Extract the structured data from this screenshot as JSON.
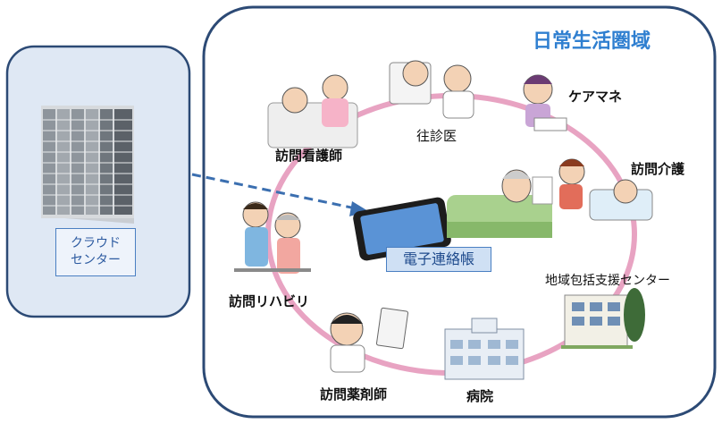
{
  "title": "日常生活圏域",
  "cloud": {
    "line1": "クラウド",
    "line2": "センター"
  },
  "center_label": "電子連絡帳",
  "participants": {
    "visiting_nurse": "訪問看護師",
    "home_doctor": "往診医",
    "care_manager": "ケアマネ",
    "home_care": "訪問介護",
    "community_center": "地域包括支援センター",
    "hospital": "病院",
    "visiting_pharmacist": "訪問薬剤師",
    "visiting_rehab": "訪問リハビリ"
  },
  "colors": {
    "panel_fill": "#dfe8f4",
    "panel_border": "#2c4a75",
    "ring": "#e8a3c2",
    "arrow": "#3b6fb0",
    "title": "#2f7fd0"
  }
}
